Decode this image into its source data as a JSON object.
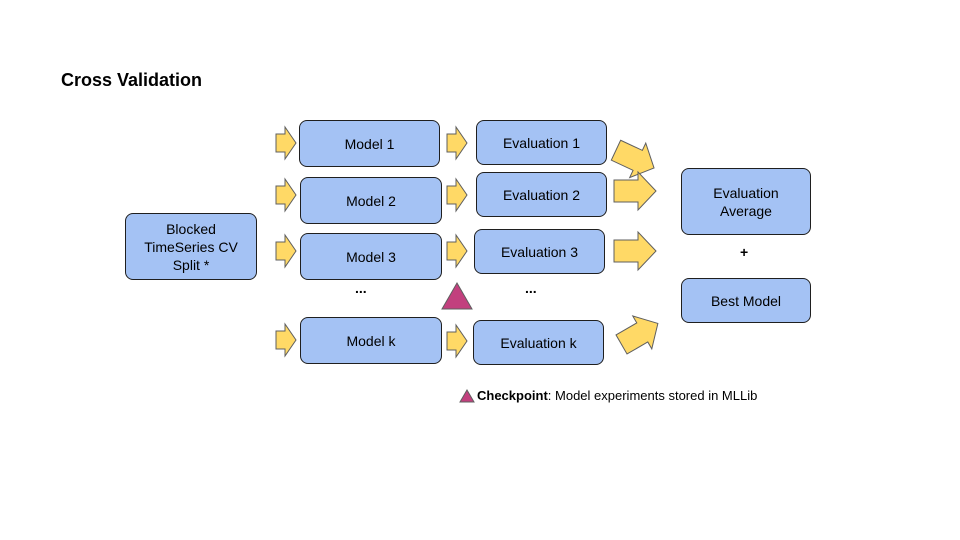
{
  "title": "Cross Validation",
  "input_box": {
    "line1": "Blocked",
    "line2": "TimeSeries CV",
    "line3": "Split *"
  },
  "models": [
    "Model 1",
    "Model  2",
    "Model 3",
    "Model k"
  ],
  "evaluations": [
    "Evaluation 1",
    "Evaluation 2",
    "Evaluation 3",
    "Evaluation k"
  ],
  "ellipsis": "...",
  "average_box": {
    "line1": "Evaluation",
    "line2": "Average"
  },
  "plus": "+",
  "best_model": "Best Model",
  "legend": {
    "bold": "Checkpoint",
    "text": ": Model experiments stored in MLLib"
  },
  "colors": {
    "box_fill": "#a4c2f4",
    "arrow_fill": "#ffd966",
    "checkpoint": "#c2407e"
  }
}
